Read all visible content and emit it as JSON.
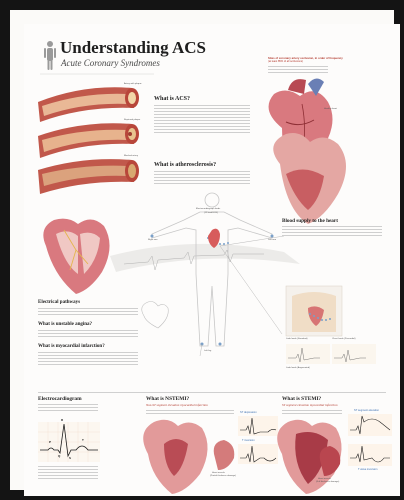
{
  "poster": {
    "title": "Understanding ACS",
    "subtitle": "Acute Coronary Syndromes",
    "artery_labels": [
      "Artery with plaque",
      "Ruptured plaque",
      "Blocked artery"
    ],
    "sections": {
      "what_is_acs": "What is ACS?",
      "atherosclerosis": "What is atherosclerosis?",
      "blood_supply": "Blood supply to the heart",
      "electrical_pathways": "Electrical pathways",
      "unstable_angina": "What is unstable angina?",
      "mi": "What is myocardial infarction?",
      "electrocardiogram": "Electrocardiogram",
      "nstemi": "What is NSTEMI?",
      "nstemi_sub": "Non-ST segment elevation myocardial infarction",
      "stemi": "What is STEMI?",
      "stemi_sub": "ST segment elevation myocardial infarction"
    },
    "occlusion": {
      "title": "Sites of coronary artery occlusion, in order of frequency",
      "subtitle": "(at least 85% of all occlusions)"
    },
    "body_labels": {
      "ecg_leads": "Electrocardiograph leads",
      "ecg_leads_sub": "(12 lead ECG)",
      "right_arm": "Right arm",
      "left_arm": "Left arm",
      "left_leg": "Left leg",
      "healthy_heart": "Healthy heart",
      "limb_leads": "Limb leads (Standard)",
      "chest_leads": "Chest leads (Precordial)",
      "limb_leads_aug": "Limb leads (Augmented)"
    },
    "ecg_labels": {
      "p": "P",
      "q": "Q",
      "r": "R",
      "s": "S",
      "t": "T",
      "st_depression": "ST depression",
      "t_inversion": "T inversion",
      "st_elevation": "ST segment elevation",
      "t_inversion_2": "T wave inversion",
      "heart_muscle": "Heart muscle",
      "partial_thickness": "(Partial thickness damage)",
      "full_thickness": "(Full thickness damage)"
    }
  }
}
